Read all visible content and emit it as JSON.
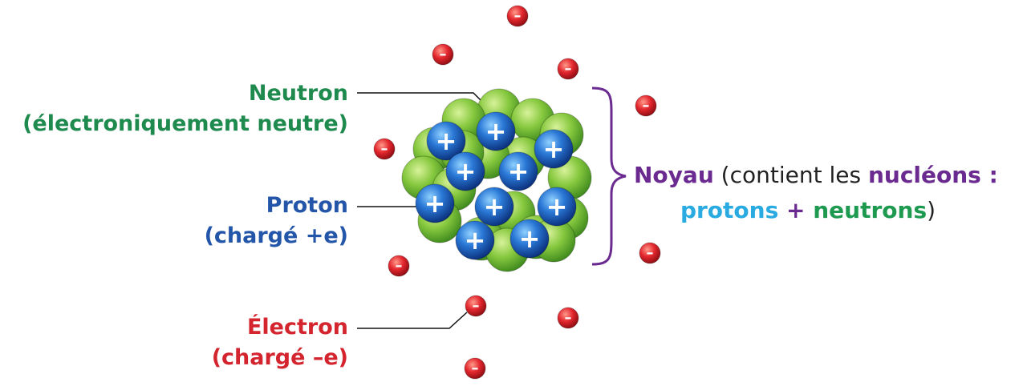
{
  "labels": {
    "neutron": {
      "title": "Neutron",
      "subtitle": "(électroniquement neutre)",
      "color": "#1e8a4e"
    },
    "proton": {
      "title": "Proton",
      "subtitle": "(chargé +e)",
      "color": "#2356a8"
    },
    "electron": {
      "title": "Électron",
      "subtitle": "(chargé –e)",
      "color": "#d4252f"
    }
  },
  "nucleus": {
    "word": "Noyau",
    "paren_open": " (contient les ",
    "nucleons": "nucléons :",
    "protons": "protons",
    "plus": " + ",
    "neutrons": "neutrons",
    "paren_close": ")",
    "colors": {
      "noyau": "#6a2a90",
      "protons": "#29abe2",
      "neutrons": "#1e9a50",
      "bracket": "#6a2a90"
    }
  },
  "symbols": {
    "proton": "+",
    "electron": "–"
  },
  "colors": {
    "neutron_fill": "#7cc242",
    "proton_fill": "#1f5fbf",
    "electron_fill": "#e2262e"
  }
}
